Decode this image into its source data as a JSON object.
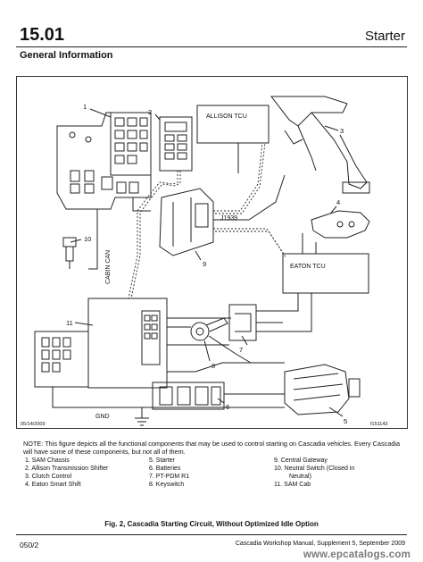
{
  "header": {
    "section_number": "15.01",
    "section_title": "Starter",
    "subheading": "General Information"
  },
  "figure": {
    "labels": {
      "allison_tcu": "ALLISON TCU",
      "eaton_tcu": "EATON TCU",
      "j1939": "J1939",
      "cabin_can": "CABIN CAN",
      "gnd": "GND",
      "date": "05/14/2009",
      "figure_id": "f151143"
    },
    "callouts": [
      "1",
      "2",
      "3",
      "4",
      "5",
      "6",
      "7",
      "8",
      "9",
      "10",
      "11"
    ]
  },
  "note": "NOTE: This figure depicts all the functional components that may be used to control starting on Cascadia vehicles. Every Cascadia will have some of these components, but not all of them.",
  "legend": [
    "1.  SAM Chassis",
    "2.  Allison Transmission Shifter",
    "3.  Clutch Control",
    "4.  Eaton Smart Shift",
    "5.  Starter",
    "6.  Batteries",
    "7.  PT-PDM R1",
    "8.  Keyswitch",
    "9.  Central Gateway",
    "10. Neutral Switch (Closed in",
    "Neutral)",
    "11. SAM Cab"
  ],
  "caption": "Fig. 2, Cascadia Starting Circuit, Without Optimized Idle Option",
  "footer": {
    "page_number": "050/2",
    "manual_info": "Cascadia Workshop Manual, Supplement 5, September 2009",
    "watermark": "www.epcatalogs.com"
  }
}
